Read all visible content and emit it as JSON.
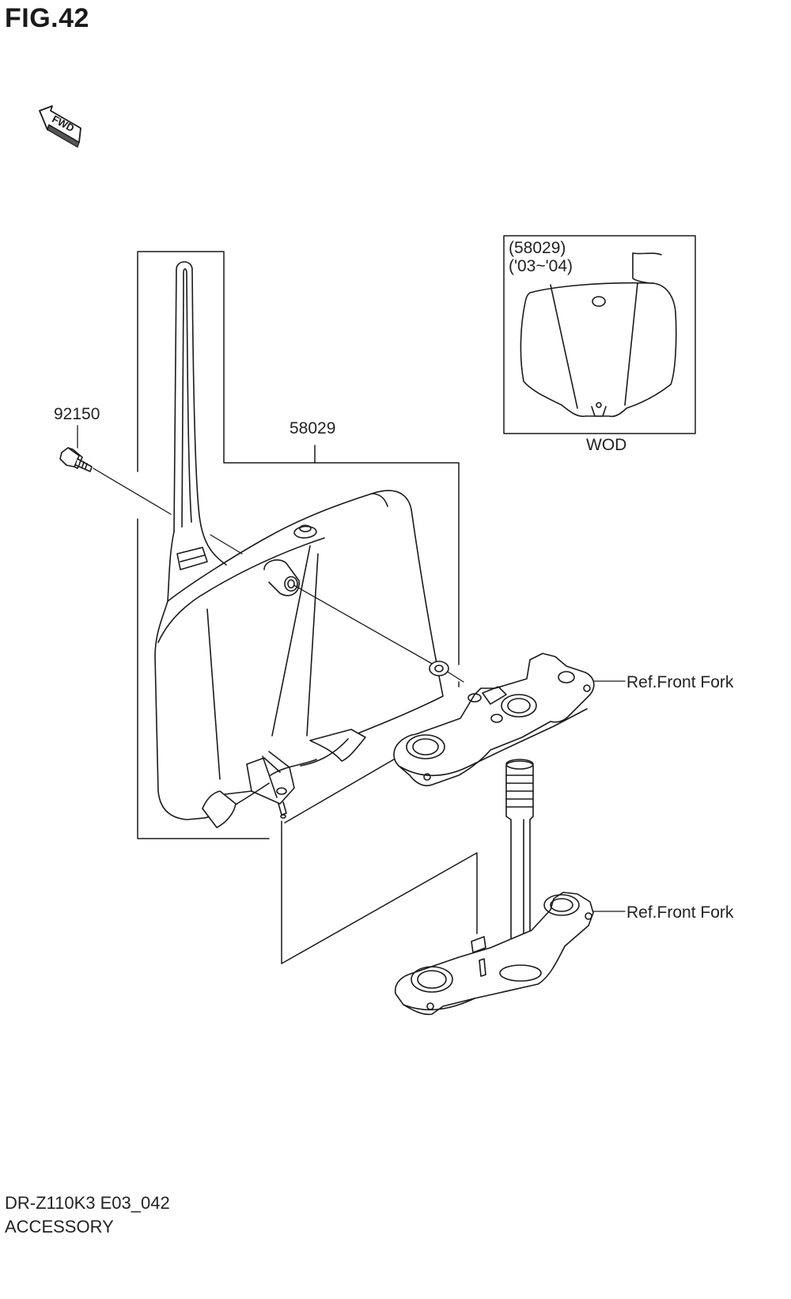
{
  "figure": {
    "title": "FIG.42"
  },
  "fwd_marker": {
    "text": "FWD",
    "icon": "fwd-arrow-icon"
  },
  "parts": {
    "bolt": {
      "number": "92150"
    },
    "number_plate": {
      "number": "58029"
    }
  },
  "inset": {
    "line1": "(58029)",
    "line2": "('03~'04)",
    "caption": "WOD"
  },
  "references": {
    "upper_bracket": "Ref.Front Fork",
    "lower_bracket": "Ref.Front Fork"
  },
  "footer": {
    "model": "DR-Z110K3 E03_042",
    "section": "ACCESSORY"
  }
}
